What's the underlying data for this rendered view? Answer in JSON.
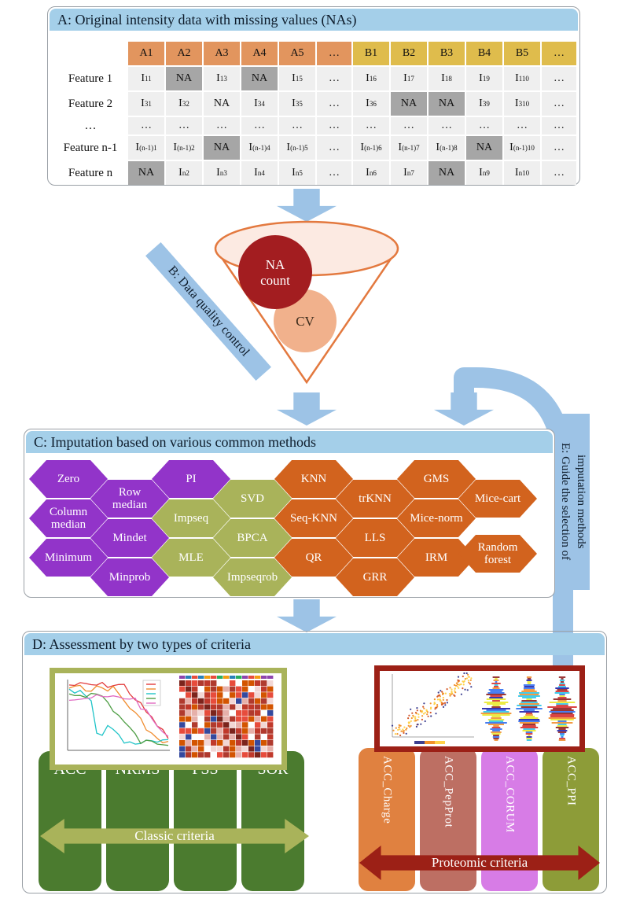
{
  "colors": {
    "accent_blue": "#9dc3e6",
    "panel_header_blue": "#a4cfe9",
    "table_header_a": "#e2955e",
    "table_header_b": "#dfbc4c",
    "cell_bg": "#efefef",
    "na_cell": "#a6a6a6",
    "funnel_stroke": "#e3793f",
    "funnel_fill": "#fceae2",
    "na_circle": "#a31d20",
    "cv_circle": "#f1b18c",
    "hex_purple": "#9234c9",
    "hex_olive": "#a9b35a",
    "hex_orange": "#d2631e",
    "classic_green": "#4b7b2f",
    "proteomic_red": "#9c2016"
  },
  "panel_a": {
    "title": "A: Original intensity data with missing values (NAs)",
    "table": {
      "col_headers": [
        {
          "label": "",
          "group": ""
        },
        {
          "label": "A1",
          "group": "a"
        },
        {
          "label": "A2",
          "group": "a"
        },
        {
          "label": "A3",
          "group": "a"
        },
        {
          "label": "A4",
          "group": "a"
        },
        {
          "label": "A5",
          "group": "a"
        },
        {
          "label": "…",
          "group": "a"
        },
        {
          "label": "B1",
          "group": "b"
        },
        {
          "label": "B2",
          "group": "b"
        },
        {
          "label": "B3",
          "group": "b"
        },
        {
          "label": "B4",
          "group": "b"
        },
        {
          "label": "B5",
          "group": "b"
        },
        {
          "label": "…",
          "group": "b"
        }
      ],
      "rows": [
        {
          "label": "Feature 1",
          "cells": [
            {
              "t": "I",
              "s": "11"
            },
            {
              "t": "NA",
              "hl": true
            },
            {
              "t": "I",
              "s": "13"
            },
            {
              "t": "NA",
              "hl": true
            },
            {
              "t": "I",
              "s": "15"
            },
            {
              "t": "…"
            },
            {
              "t": "I",
              "s": "16"
            },
            {
              "t": "I",
              "s": "17"
            },
            {
              "t": "I",
              "s": "18"
            },
            {
              "t": "I",
              "s": "19"
            },
            {
              "t": "I",
              "s": "110"
            },
            {
              "t": "…"
            }
          ]
        },
        {
          "label": "Feature 2",
          "cells": [
            {
              "t": "I",
              "s": "31"
            },
            {
              "t": "I",
              "s": "32"
            },
            {
              "t": "NA"
            },
            {
              "t": "I",
              "s": "34"
            },
            {
              "t": "I",
              "s": "35"
            },
            {
              "t": "…"
            },
            {
              "t": "I",
              "s": "36"
            },
            {
              "t": "NA",
              "hl": true
            },
            {
              "t": "NA",
              "hl": true
            },
            {
              "t": "I",
              "s": "39"
            },
            {
              "t": "I",
              "s": "310"
            },
            {
              "t": "…"
            }
          ]
        },
        {
          "label": "…",
          "cells": [
            {
              "t": "…"
            },
            {
              "t": "…"
            },
            {
              "t": "…"
            },
            {
              "t": "…"
            },
            {
              "t": "…"
            },
            {
              "t": "…"
            },
            {
              "t": "…"
            },
            {
              "t": "…"
            },
            {
              "t": "…"
            },
            {
              "t": "…"
            },
            {
              "t": "…"
            },
            {
              "t": "…"
            }
          ]
        },
        {
          "label": "Feature n-1",
          "cells": [
            {
              "t": "I",
              "s": "(n-1)1"
            },
            {
              "t": "I",
              "s": "(n-1)2"
            },
            {
              "t": "NA",
              "hl": true
            },
            {
              "t": "I",
              "s": "(n-1)4"
            },
            {
              "t": "I",
              "s": "(n-1)5"
            },
            {
              "t": "…"
            },
            {
              "t": "I",
              "s": "(n-1)6"
            },
            {
              "t": "I",
              "s": "(n-1)7"
            },
            {
              "t": "I",
              "s": "(n-1)8"
            },
            {
              "t": "NA",
              "hl": true
            },
            {
              "t": "I",
              "s": "(n-1)10"
            },
            {
              "t": "…"
            }
          ]
        },
        {
          "label": "Feature n",
          "cells": [
            {
              "t": "NA",
              "hl": true
            },
            {
              "t": "I",
              "s": "n2"
            },
            {
              "t": "I",
              "s": "n3"
            },
            {
              "t": "I",
              "s": "n4"
            },
            {
              "t": "I",
              "s": "n5"
            },
            {
              "t": "…"
            },
            {
              "t": "I",
              "s": "n6"
            },
            {
              "t": "I",
              "s": "n7"
            },
            {
              "t": "NA",
              "hl": true
            },
            {
              "t": "I",
              "s": "n9"
            },
            {
              "t": "I",
              "s": "n10"
            },
            {
              "t": "…"
            }
          ]
        }
      ]
    }
  },
  "panel_b": {
    "label": "B: Data quality control",
    "na_circle_line1": "NA",
    "na_circle_line2": "count",
    "cv_circle": "CV"
  },
  "panel_c": {
    "title": "C: Imputation based on various common methods",
    "methods": [
      {
        "name": "Zero",
        "color": "purple"
      },
      {
        "name": "Column median",
        "color": "purple"
      },
      {
        "name": "Minimum",
        "color": "purple"
      },
      {
        "name": "Row median",
        "color": "purple"
      },
      {
        "name": "Mindet",
        "color": "purple"
      },
      {
        "name": "Minprob",
        "color": "purple"
      },
      {
        "name": "PI",
        "color": "purple"
      },
      {
        "name": "Impseq",
        "color": "olive"
      },
      {
        "name": "MLE",
        "color": "olive"
      },
      {
        "name": "SVD",
        "color": "olive"
      },
      {
        "name": "BPCA",
        "color": "olive"
      },
      {
        "name": "Impseqrob",
        "color": "olive"
      },
      {
        "name": "KNN",
        "color": "orange"
      },
      {
        "name": "Seq-KNN",
        "color": "orange"
      },
      {
        "name": "QR",
        "color": "orange"
      },
      {
        "name": "trKNN",
        "color": "orange"
      },
      {
        "name": "LLS",
        "color": "orange"
      },
      {
        "name": "GRR",
        "color": "orange"
      },
      {
        "name": "GMS",
        "color": "orange"
      },
      {
        "name": "Mice-norm",
        "color": "orange"
      },
      {
        "name": "IRM",
        "color": "orange"
      },
      {
        "name": "Mice-cart",
        "color": "orange"
      },
      {
        "name": "Random forest",
        "color": "orange"
      }
    ]
  },
  "panel_d": {
    "title": "D: Assessment by two types of criteria",
    "classic": {
      "items": [
        "ACC",
        "NRMS",
        "PSS",
        "SOR"
      ],
      "arrow_label": "Classic criteria"
    },
    "proteomic": {
      "items": [
        {
          "label": "ACC_Charge",
          "color": "#e08140"
        },
        {
          "label": "ACC_PepProt",
          "color": "#bd6f63"
        },
        {
          "label": "ACC_CORUM",
          "color": "#d77ce6"
        },
        {
          "label": "ACC_PPI",
          "color": "#8d9c38"
        }
      ],
      "arrow_label": "Proteomic criteria"
    }
  },
  "panel_e": {
    "label": "E: Guide the selection of imputation methods"
  }
}
